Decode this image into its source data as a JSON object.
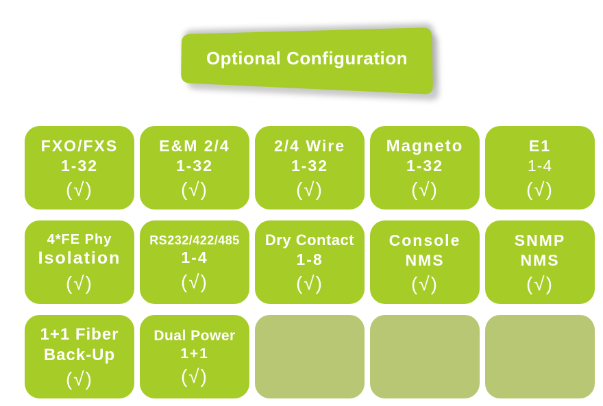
{
  "header": {
    "title": "Optional Configuration"
  },
  "colors": {
    "card_green": "#a6cc28",
    "empty_green": "#b8c774",
    "text_white": "#ffffff"
  },
  "cards": [
    {
      "line1": "FXO/FXS",
      "line2": "1-32",
      "check": "(√)"
    },
    {
      "line1": "E&M 2/4",
      "line2": "1-32",
      "check": "(√)"
    },
    {
      "line1": "2/4 Wire",
      "line2": "1-32",
      "check": "(√)"
    },
    {
      "line1": "Magneto",
      "line2": "1-32",
      "check": "(√)"
    },
    {
      "line1": "E1",
      "line2": "1-4",
      "check": "(√)"
    },
    {
      "line1": "4*FE Phy",
      "line2": "Isolation",
      "check": "(√)"
    },
    {
      "line1": "RS232/422/485",
      "line2": "1-4",
      "check": "(√)"
    },
    {
      "line1": "Dry Contact",
      "line2": "1-8",
      "check": "(√)"
    },
    {
      "line1": "Console",
      "line2": "NMS",
      "check": "(√)"
    },
    {
      "line1": "SNMP",
      "line2": "NMS",
      "check": "(√)"
    },
    {
      "line1": "1+1 Fiber",
      "line2": "Back-Up",
      "check": "(√)"
    },
    {
      "line1": "Dual Power",
      "line2": "1+1",
      "check": "(√)"
    },
    {
      "empty": true
    },
    {
      "empty": true
    },
    {
      "empty": true
    }
  ]
}
